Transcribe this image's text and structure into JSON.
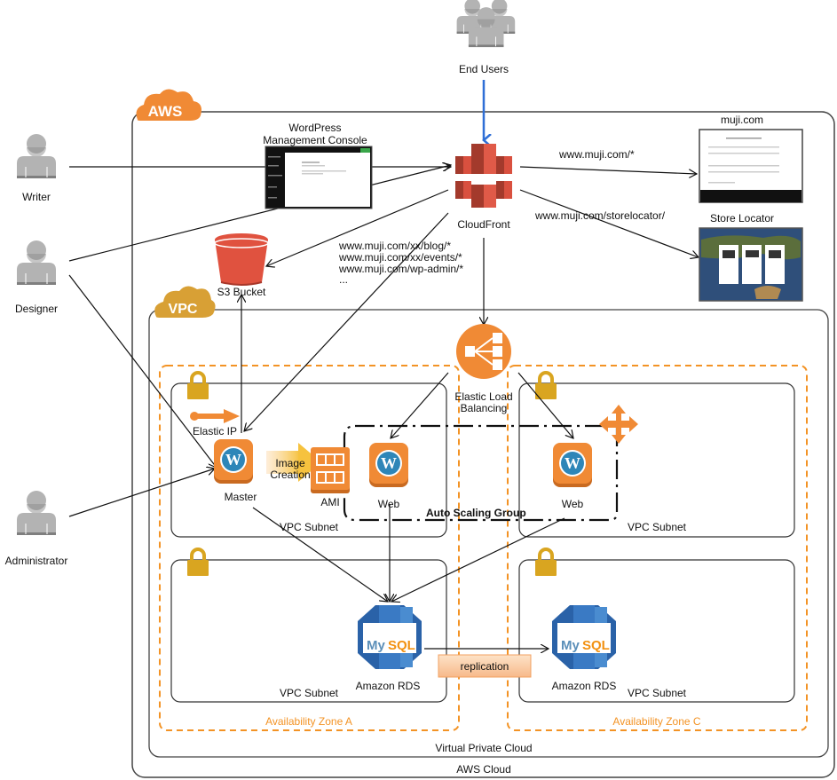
{
  "actors": {
    "end_users": "End Users",
    "writer": "Writer",
    "designer": "Designer",
    "administrator": "Administrator"
  },
  "containers": {
    "aws_badge": "AWS",
    "aws_cloud": "AWS Cloud",
    "vpc_badge": "VPC",
    "virtual_private_cloud": "Virtual Private Cloud",
    "az_a": "Availability Zone A",
    "az_c": "Availability Zone C",
    "subnet_label": "VPC Subnet",
    "auto_scaling_group": "Auto Scaling Group"
  },
  "services": {
    "wp_console_line1": "WordPress",
    "wp_console_line2": "Management Console",
    "cloudfront": "CloudFront",
    "s3": "S3 Bucket",
    "elb_line1": "Elastic Load",
    "elb_line2": "Balancing",
    "elastic_ip": "Elastic IP",
    "master": "Master",
    "image_creation_line1": "Image",
    "image_creation_line2": "Creation",
    "ami": "AMI",
    "web": "Web",
    "rds": "Amazon RDS",
    "mysql_my": "My",
    "mysql_sql": "SQL",
    "replication": "replication"
  },
  "sites": {
    "muji_title": "muji.com",
    "store_locator_title": "Store Locator"
  },
  "routes": {
    "root": "www.muji.com/*",
    "storelocator": "www.muji.com/storelocator/",
    "blog": "www.muji.com/xx/blog/*",
    "events": "www.muji.com/xx/events/*",
    "wpadmin": "www.muji.com/wp-admin/*",
    "ellipsis": "..."
  },
  "colors": {
    "aws_orange": "#f08a35",
    "vpc_gold": "#d8a035",
    "cloudfront_red": "#d9503f",
    "s3_red": "#e0523f",
    "rds_blue": "#2e6db4",
    "wp_blue": "#21759b",
    "az_dash": "#f39325",
    "arrow_blue": "#2f6fd6"
  }
}
